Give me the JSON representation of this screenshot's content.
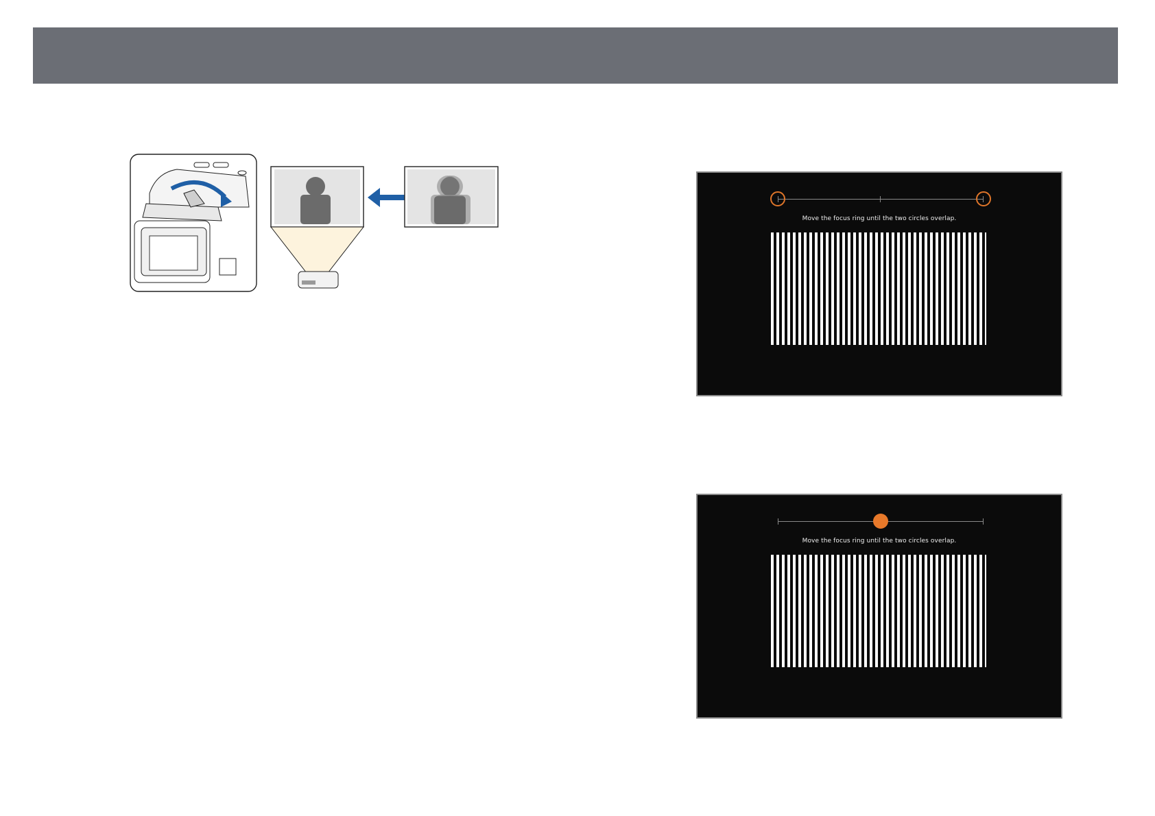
{
  "header": {
    "color": "#6b6e75"
  },
  "figure": {
    "icons": [
      "projector-focus-ring-icon",
      "sharp-image-icon",
      "blurred-image-icon",
      "double-arrow-icon",
      "projector-icon"
    ],
    "arrow_color": "#1f5fa6"
  },
  "screens": [
    {
      "state": "circles-apart",
      "instruction": "Move the focus ring until the two circles overlap.",
      "accent_color": "#e0762a"
    },
    {
      "state": "circles-overlapped",
      "instruction": "Move the focus ring until the two circles overlap.",
      "accent_color": "#e8792a"
    }
  ]
}
